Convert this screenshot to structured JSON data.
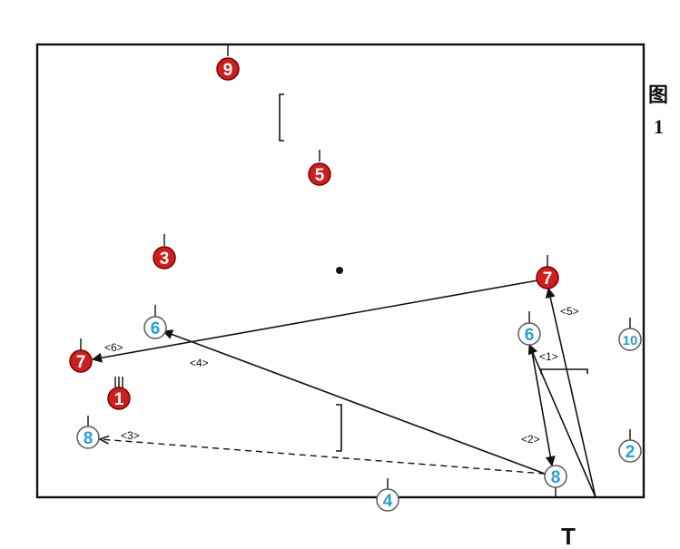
{
  "figure": {
    "caption_char": "图",
    "caption_num": "1",
    "goal_marker": "T"
  },
  "colors": {
    "red_team": "#cc1f1f",
    "red_stroke": "#7a0000",
    "blue_team": "#2a9fd6",
    "blue_ring": "#5a5a5a",
    "line": "#111111"
  },
  "red_players": [
    "9",
    "5",
    "3",
    "7",
    "7",
    "1"
  ],
  "blue_players": [
    "6",
    "6",
    "10",
    "8",
    "8",
    "2",
    "4"
  ],
  "passes": [
    "<1>",
    "<2>",
    "<3>",
    "<4>",
    "<5>",
    "<6>"
  ]
}
